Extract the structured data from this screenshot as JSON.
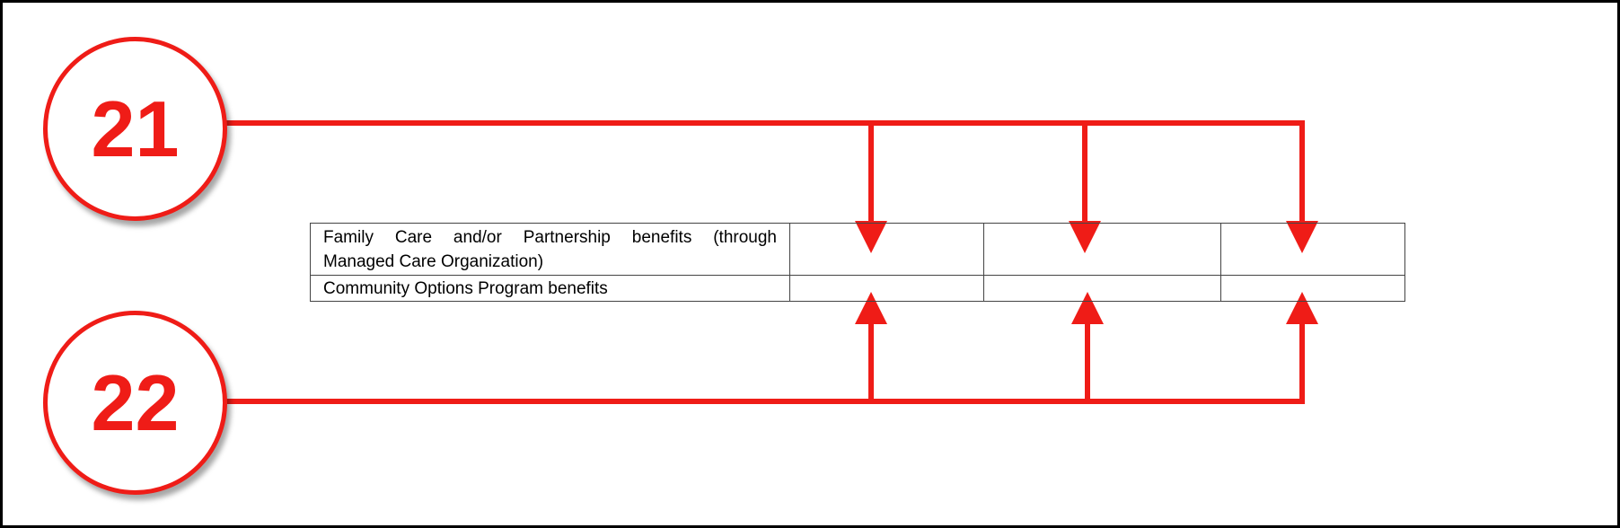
{
  "callouts": {
    "top": {
      "number": "21"
    },
    "bottom": {
      "number": "22"
    }
  },
  "colors": {
    "accent": "#ef1c17",
    "frame": "#000000",
    "table_border": "#444444"
  },
  "table": {
    "rows": [
      {
        "label_line1": "Family Care and/or Partnership benefits (through",
        "label_line2": "Managed Care Organization)",
        "cells": [
          "",
          "",
          ""
        ]
      },
      {
        "label": "Community Options Program benefits",
        "cells": [
          "",
          "",
          ""
        ]
      }
    ]
  }
}
